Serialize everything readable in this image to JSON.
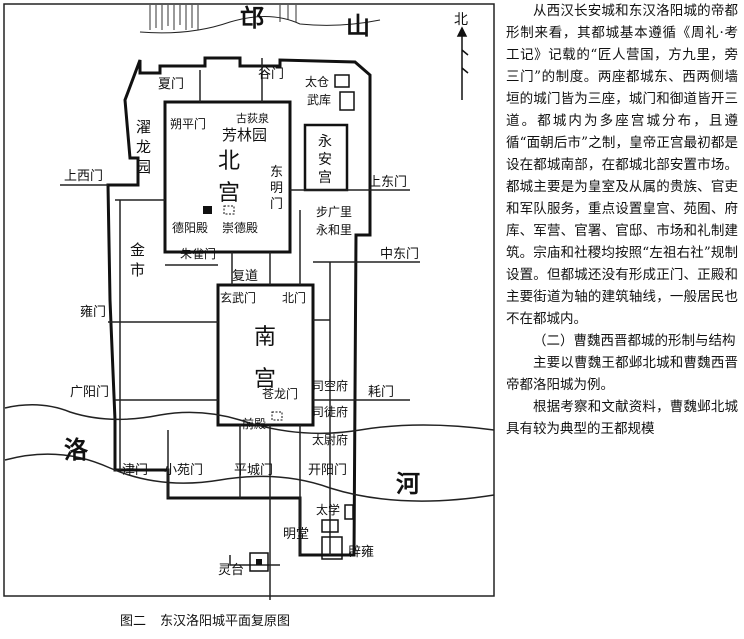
{
  "figure": {
    "number": "图二",
    "caption": "东汉洛阳城平面复原图",
    "north": "北",
    "mountain_1": "邙",
    "mountain_2": "山",
    "river_1": "洛",
    "river_2": "河",
    "labels": {
      "xiamen": "夏门",
      "gumen": "谷门",
      "taicang": "太仓",
      "wuku": "武库",
      "shuopingmen": "朔平门",
      "gudiquan": "古荻泉",
      "fanglinyuan": "芳林园",
      "yong": "永",
      "an": "安",
      "gong_yongan": "宫",
      "zhuolong": "濯",
      "long": "龙",
      "yuan": "园",
      "bei": "北",
      "gong_bei": "宫",
      "dong": "东",
      "ming": "明",
      "men_dongming": "门",
      "shangximen": "上西门",
      "shangdongmen": "上东门",
      "deyangdian": "德阳殿",
      "chongdedian": "崇德殿",
      "buguangli": "步广里",
      "yongheli": "永和里",
      "jin": "金",
      "shi": "市",
      "zhuquemen": "朱雀门",
      "fudao": "复道",
      "zhongdongmen": "中东门",
      "xuanwumen": "玄武门",
      "beimen": "北门",
      "yongmen": "雍门",
      "nan": "南",
      "gong_nan": "宫",
      "guangyangmen": "广阳门",
      "canglongmen": "苍龙门",
      "sikongfu": "司空府",
      "haomen": "耗门",
      "qiandian": "前殿",
      "situfu": "司徒府",
      "taiweifu": "太尉府",
      "jinmen": "津门",
      "xiaoyuanmen": "小苑门",
      "pingchengmen": "平城门",
      "kaiyangmen": "开阳门",
      "taixue": "太学",
      "mingtang": "明堂",
      "biyong": "辟雍",
      "lingtai": "灵台"
    }
  },
  "text": {
    "p1": "从西汉长安城和东汉洛阳城的帝都形制来看，其都城基本遵循《周礼·考工记》记载的“匠人营国，方九里，旁三门”的制度。两座都城东、西两侧墙垣的城门皆为三座，城门和御道皆开三道。都城内为多座宫城分布，且遵循“面朝后市”之制，皇帝正宫最初都是设在都城南部，在都城北部安置市场。都城主要是为皇室及从属的贵族、官吏和军队服务，重点设置皇宫、苑囿、府库、军营、官署、官邸、市场和礼制建筑。宗庙和社稷均按照“左祖右社”规制设置。但都城还没有形成正门、正殿和主要街道为轴的建筑轴线，一般居民也不在都城内。",
    "heading": "（二）曹魏西晋都城的形制与结构",
    "p2": "主要以曹魏王都邺北城和曹魏西晋帝都洛阳城为例。",
    "p3": "根据考察和文献资料，曹魏邺北城具有较为典型的王都规模"
  }
}
